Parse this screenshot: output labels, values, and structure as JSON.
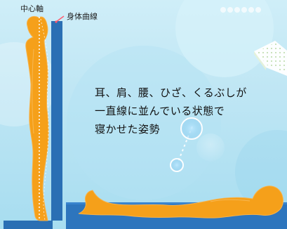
{
  "labels": {
    "center_axis": "中心軸",
    "body_curve": "身体曲線"
  },
  "caption": {
    "line1": "耳、肩、腰、ひざ、くるぶしが",
    "line2": "一直線に並んでいる状態で",
    "line3": "寝かせた姿勢"
  },
  "colors": {
    "background": "#c8ebf6",
    "figure": "#f5a01a",
    "figure_outline": "#f7b24a",
    "panel": "#2a6fb4",
    "mattress": "#2d75bd",
    "axis_line": "#ffffff"
  }
}
